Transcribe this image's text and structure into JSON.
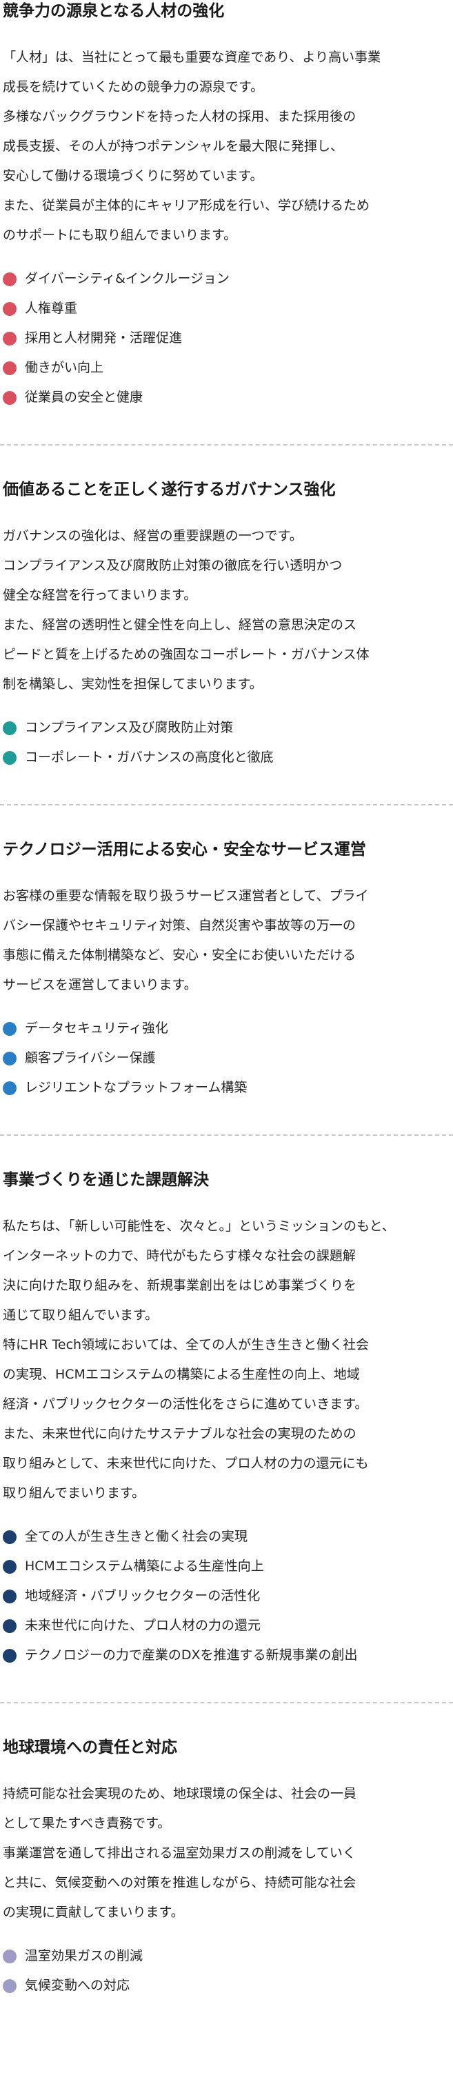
{
  "sections": [
    {
      "title": "競争力の源泉となる人材の強化",
      "paragraph_lines": [
        "「人材」は、当社にとって最も重要な資産であり、より高い事業",
        "成長を続けていくための競争力の源泉です。",
        "多様なバックグラウンドを持った人材の採用、また採用後の",
        "成長支援、その人が持つポテンシャルを最大限に発揮し、",
        "安心して働ける環境づくりに努めています。",
        "また、従業員が主体的にキャリア形成を行い、学び続けるため",
        "のサポートにも取り組んでまいります。"
      ],
      "bullet_color": "#d9505e",
      "items": [
        "ダイバーシティ&インクルージョン",
        "人権尊重",
        "採用と人材開発・活躍促進",
        "働きがい向上",
        "従業員の安全と健康"
      ]
    },
    {
      "title": "価値あることを正しく遂行するガバナンス強化",
      "paragraph_lines": [
        "ガバナンスの強化は、経営の重要課題の一つです。",
        "コンプライアンス及び腐敗防止対策の徹底を行い透明かつ",
        "健全な経営を行ってまいります。",
        "また、経営の透明性と健全性を向上し、経営の意思決定のス",
        "ピードと質を上げるための強固なコーポレート・ガバナンス体",
        "制を構築し、実効性を担保してまいります。"
      ],
      "bullet_color": "#1f9b98",
      "items": [
        "コンプライアンス及び腐敗防止対策",
        "コーポレート・ガバナンスの高度化と徹底"
      ]
    },
    {
      "title": "テクノロジー活用による安心・安全なサービス運営",
      "paragraph_lines": [
        "お客様の重要な情報を取り扱うサービス運営者として、プライ",
        "バシー保護やセキュリティ対策、自然災害や事故等の万一の",
        "事態に備えた体制構築など、安心・安全にお使いいただける",
        "サービスを運営してまいります。"
      ],
      "bullet_color": "#2a7fc4",
      "items": [
        "データセキュリティ強化",
        "顧客プライバシー保護",
        "レジリエントなプラットフォーム構築"
      ]
    },
    {
      "title": "事業づくりを通じた課題解決",
      "paragraph_lines": [
        "私たちは、「新しい可能性を、次々と。」というミッションのもと、",
        "インターネットの力で、時代がもたらす様々な社会の課題解",
        "決に向けた取り組みを、新規事業創出をはじめ事業づくりを",
        "通じて取り組んでいます。",
        "特にHR Tech領域においては、全ての人が生き生きと働く社会",
        "の実現、HCMエコシステムの構築による生産性の向上、地域",
        "経済・パブリックセクターの活性化をさらに進めていきます。",
        "また、未来世代に向けたサステナブルな社会の実現のための",
        "取り組みとして、未来世代に向けた、プロ人材の力の還元にも",
        "取り組んでまいります。"
      ],
      "bullet_color": "#1d3f6e",
      "items": [
        "全ての人が生き生きと働く社会の実現",
        "HCMエコシステム構築による生産性向上",
        "地域経済・パブリックセクターの活性化",
        "未来世代に向けた、プロ人材の力の還元",
        "テクノロジーの力で産業のDXを推進する新規事業の創出"
      ]
    },
    {
      "title": "地球環境への責任と対応",
      "paragraph_lines": [
        "持続可能な社会実現のため、地球環境の保全は、社会の一員",
        "として果たすべき責務です。",
        "事業運営を通して排出される温室効果ガスの削減をしていく",
        "と共に、気候変動への対策を推進しながら、持続可能な社会",
        "の実現に貢献してまいります。"
      ],
      "bullet_color": "#9c9cc6",
      "items": [
        "温室効果ガスの削減",
        "気候変動への対応"
      ]
    }
  ]
}
